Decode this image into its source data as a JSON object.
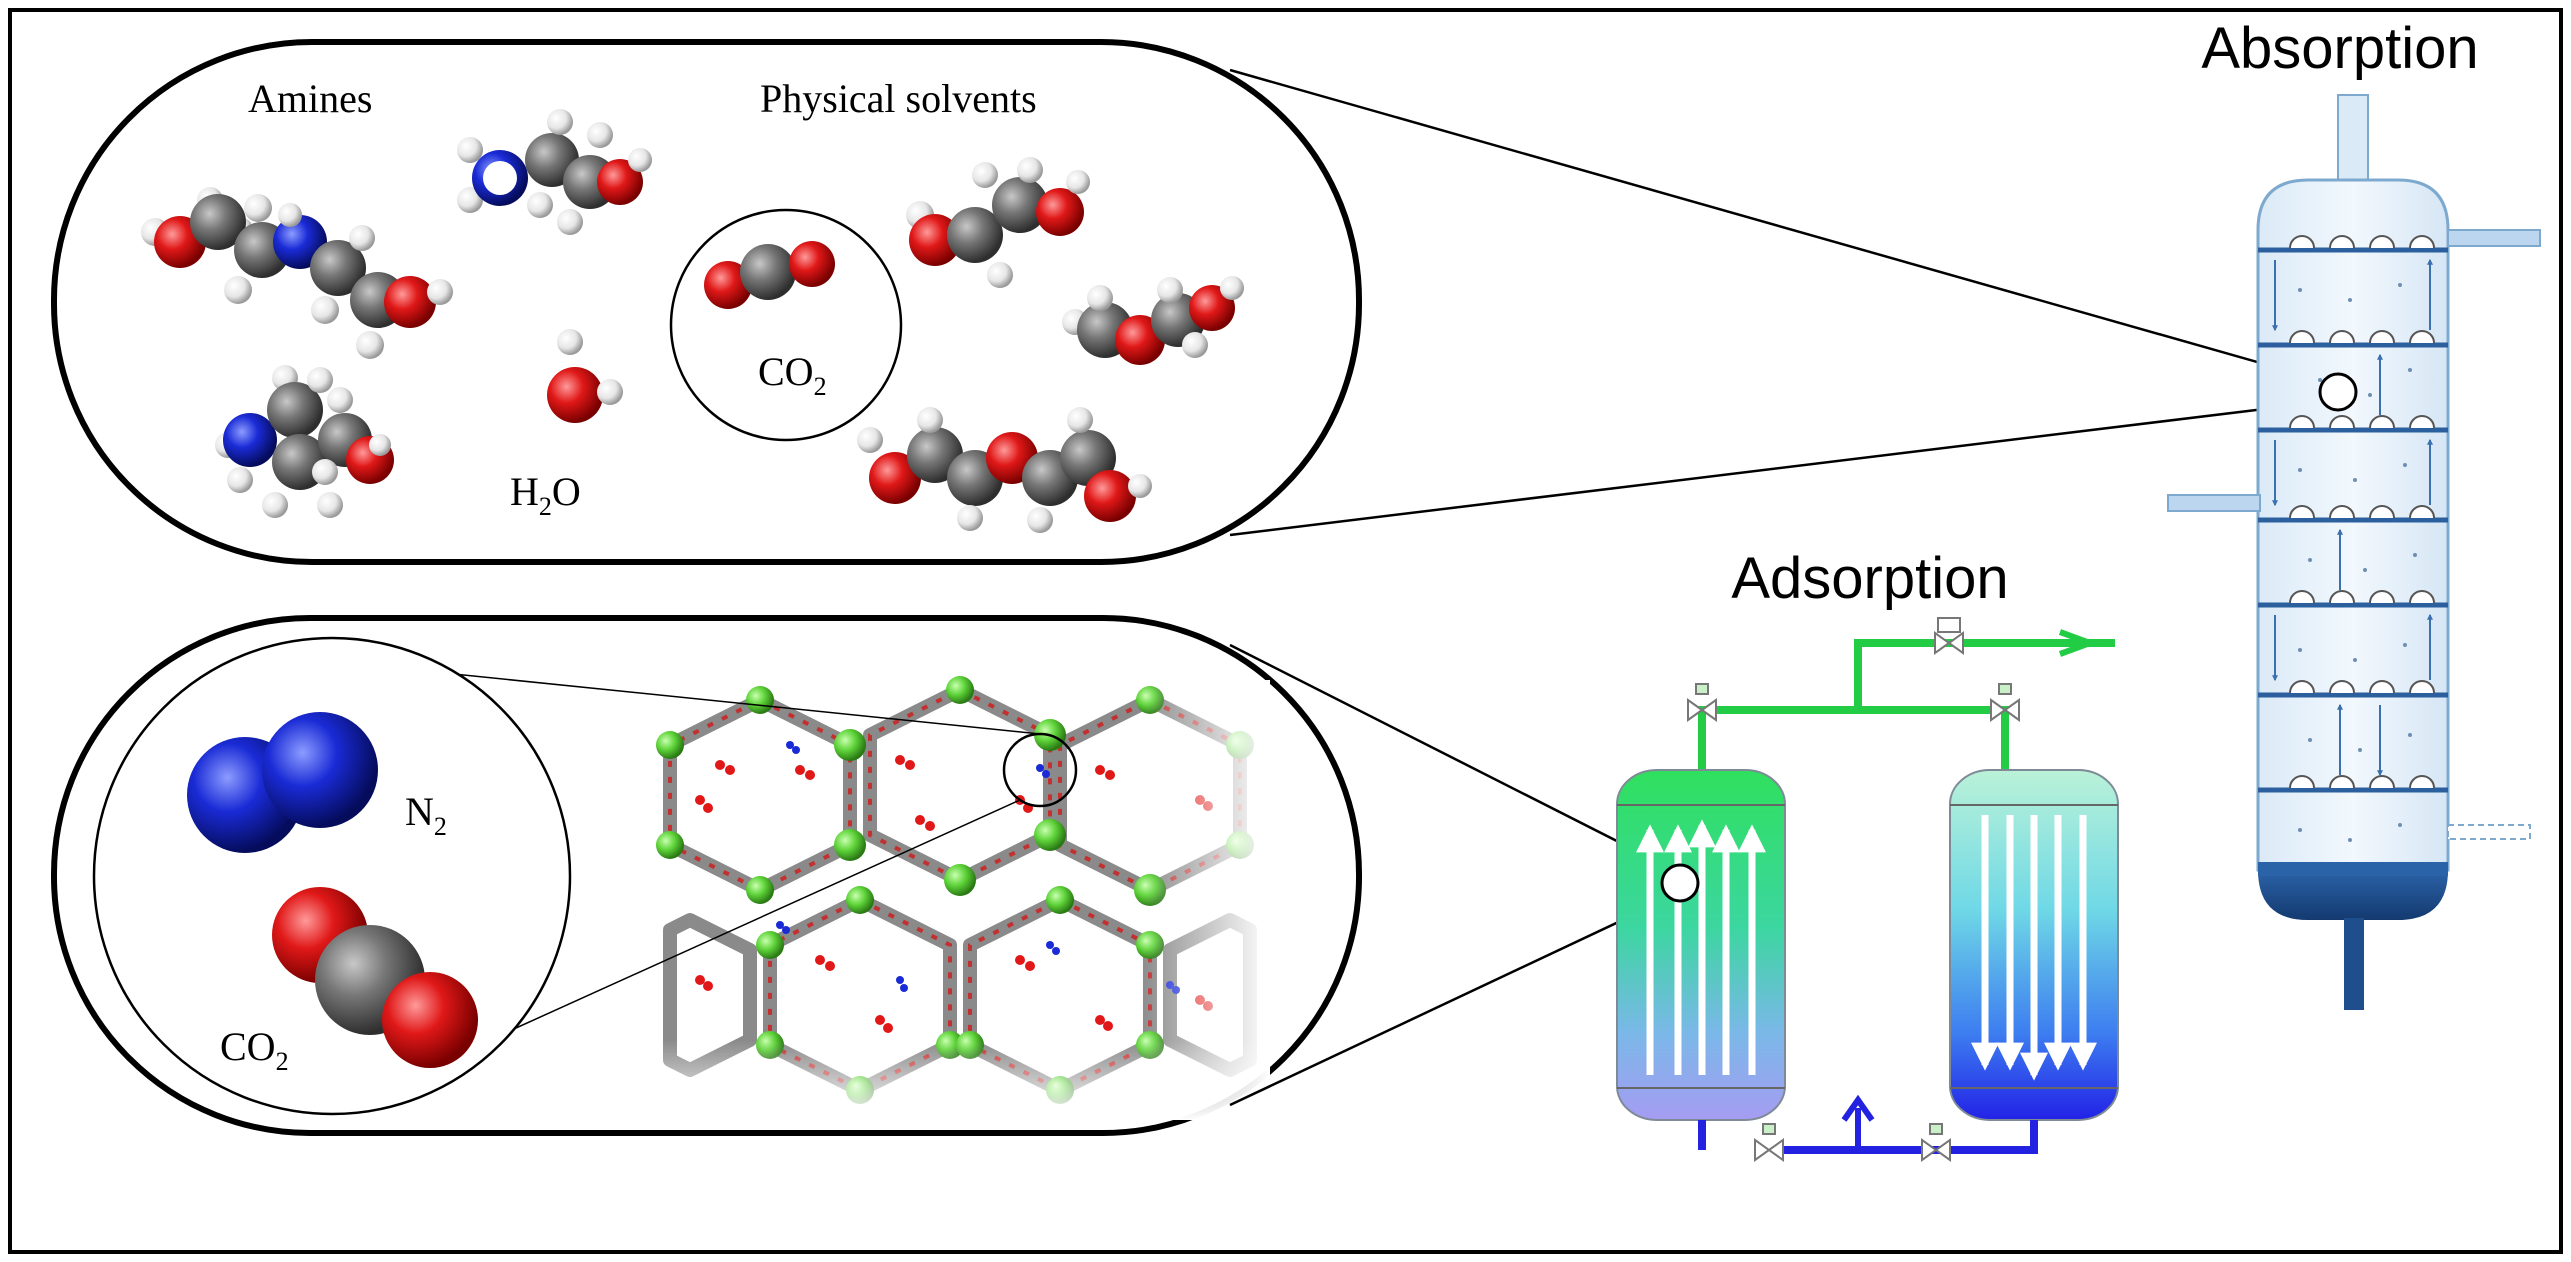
{
  "labels": {
    "amines": "Amines",
    "physical_solvents": "Physical solvents",
    "co2_base": "CO",
    "co2_sub": "2",
    "h2o_base": "H",
    "h2o_sub": "2",
    "h2o_end": "O",
    "n2_base": "N",
    "n2_sub": "2",
    "co2b_base": "CO",
    "co2b_sub": "2",
    "absorption": "Absorption",
    "adsorption": "Adsorption"
  },
  "colors": {
    "oxygen": "#e01818",
    "nitrogen": "#1a2bd6",
    "carbon": "#6e6e6e",
    "hydrogen": "#f2f2f2",
    "metal_node": "#5fd43a",
    "green_pipe": "#22cc44",
    "blue_pipe": "#2222e0",
    "column_fill": "#e4f0fa",
    "column_base": "#1f4e8c"
  },
  "icons": {
    "valve": "valve-icon",
    "arrow": "flow-arrow-icon"
  }
}
